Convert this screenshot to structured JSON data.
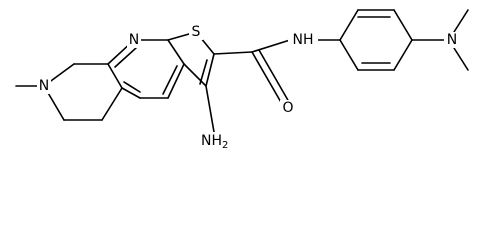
{
  "labels": {
    "pyridine_n": "N",
    "thiophene_s": "S",
    "amide_nh": "NH",
    "amide_o": "O",
    "piperidine_n": "N",
    "amine_n": "NH",
    "amine_sub": "2",
    "dimethylamino_n": "N"
  }
}
